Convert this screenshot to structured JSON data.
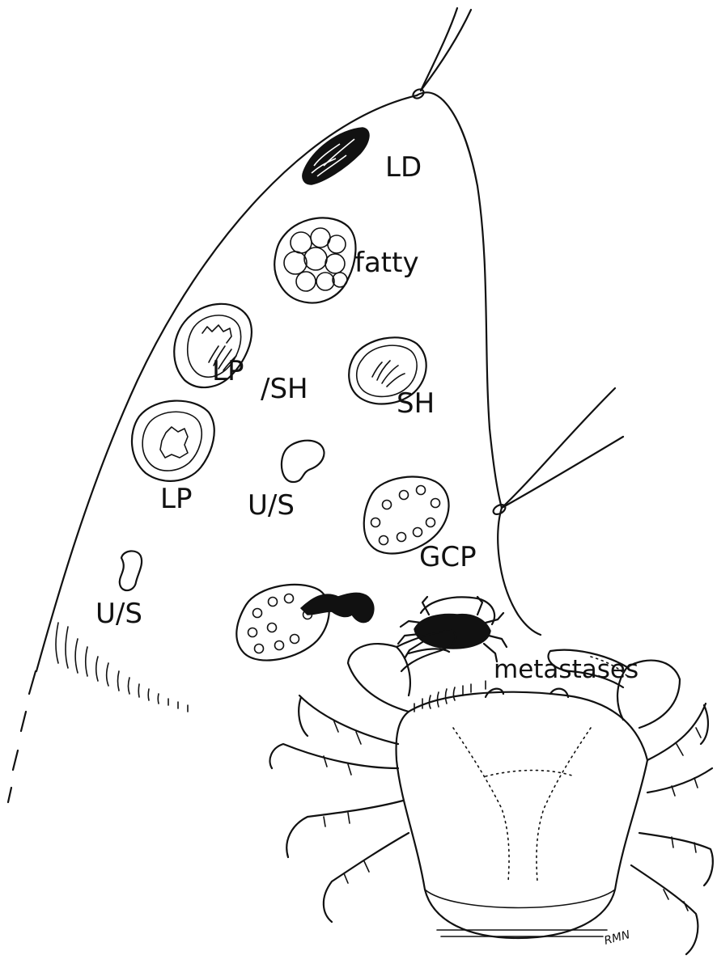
{
  "labels": {
    "ld": "LD",
    "fatty": "fatty",
    "lp_sh_lp": "LP",
    "lp_sh_sh": "/SH",
    "sh": "SH",
    "lp": "LP",
    "us_center": "U/S",
    "gcp": "GCP",
    "us_left": "U/S",
    "metastases": "metastases"
  },
  "signature": "RMN",
  "colors": {
    "ink": "#111111",
    "background": "#ffffff"
  }
}
